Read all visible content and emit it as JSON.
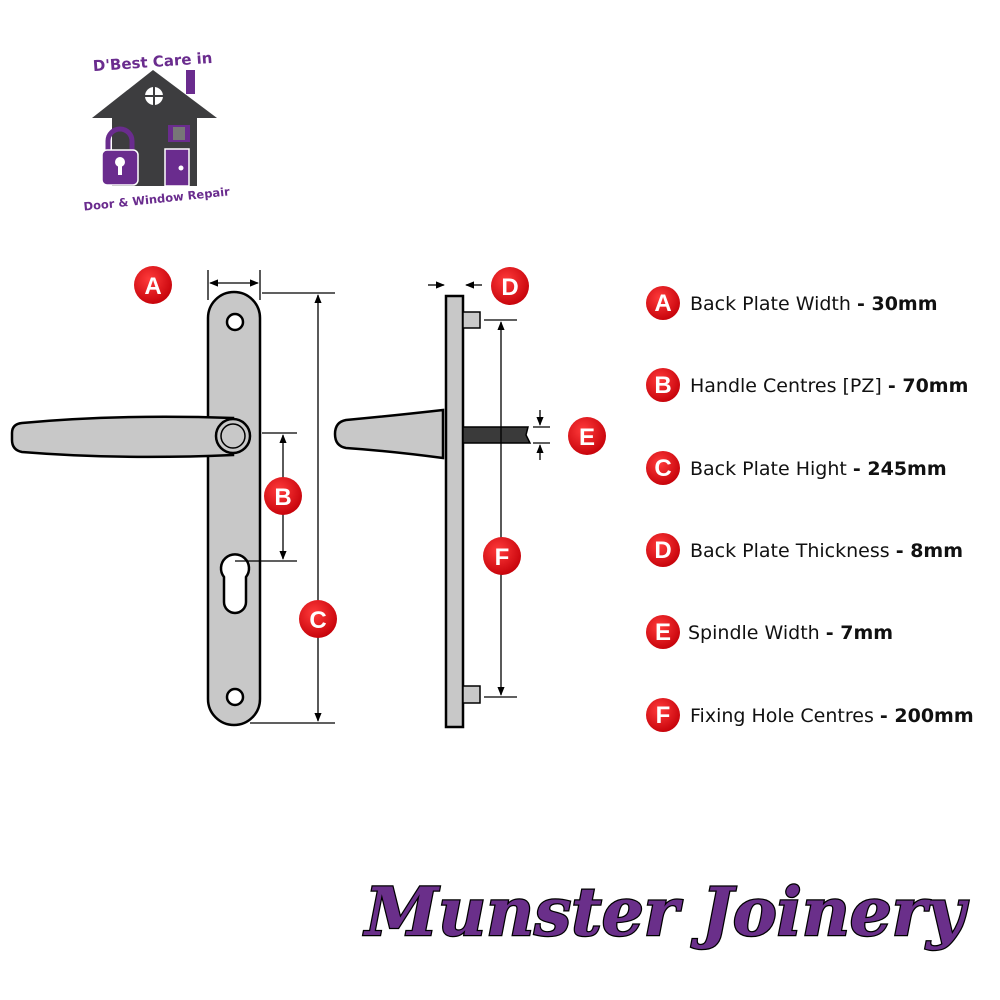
{
  "logo": {
    "top_text": "D'Best Care in",
    "bottom_text": "Door & Window Repair",
    "colors": {
      "purple": "#6a2c8e",
      "house": "#3d3d3f"
    }
  },
  "diagram": {
    "labels": [
      "A",
      "B",
      "C",
      "D",
      "E",
      "F"
    ],
    "badge_color": "#e0121a",
    "plate_color": "#c8c8c8",
    "spindle_color": "#3a3a3a"
  },
  "legend": [
    {
      "letter": "A",
      "label": "Back Plate Width",
      "value": "- 30mm"
    },
    {
      "letter": "B",
      "label": "Handle Centres [PZ]",
      "value": "- 70mm"
    },
    {
      "letter": "C",
      "label": "Back Plate Hight",
      "value": "- 245mm"
    },
    {
      "letter": "D",
      "label": "Back Plate Thickness",
      "value": "- 8mm"
    },
    {
      "letter": "E",
      "label": "Spindle Width",
      "value": "- 7mm"
    },
    {
      "letter": "F",
      "label": "Fixing Hole Centres",
      "value": "- 200mm"
    }
  ],
  "brand": {
    "name": "Munster Joinery"
  }
}
